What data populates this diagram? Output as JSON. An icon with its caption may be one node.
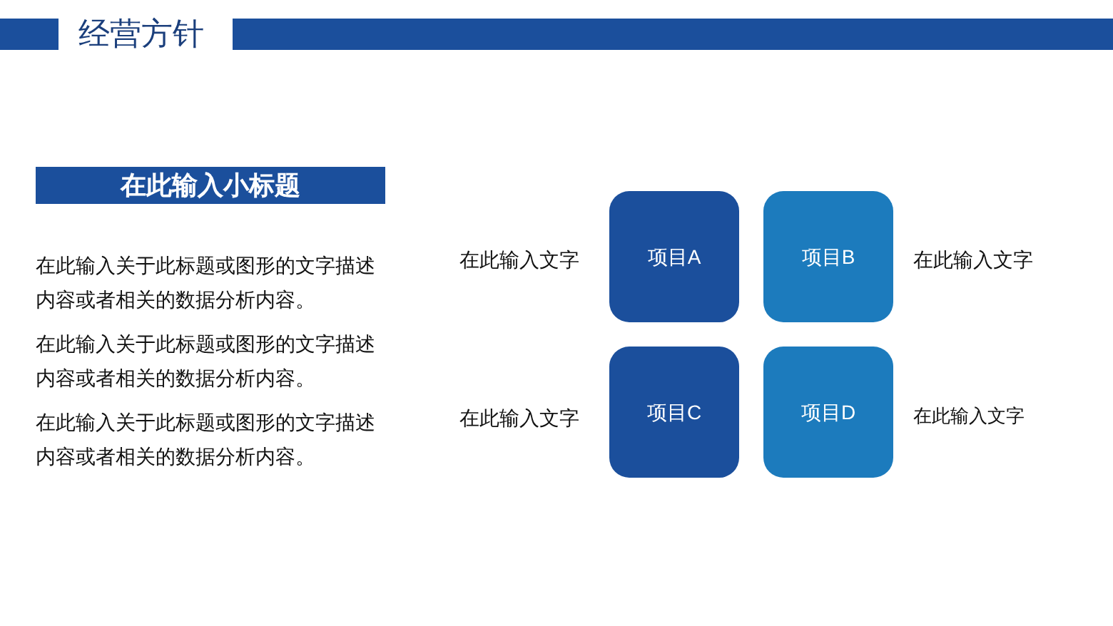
{
  "diagram": {
    "title": "经营方针",
    "nodes": [
      {
        "text": [
          "在此输入小标题"
        ]
      },
      {
        "text": [
          "项目A"
        ],
        "beside": [
          "在此输入文字"
        ]
      },
      {
        "text": [
          "项目B"
        ],
        "beside": [
          "在此输入文字"
        ]
      },
      {
        "text": [
          "项目C"
        ],
        "beside": [
          "在此输入文字"
        ]
      },
      {
        "text": [
          "项目D"
        ],
        "beside": [
          "在此输入文字"
        ]
      }
    ],
    "labels": [
      "在此输入关于此标题或图形的文字描述内容或者相关的数据分析内容。",
      "在此输入关于此标题或图形的文字描述内容或者相关的数据分析内容。",
      "在此输入关于此标题或图形的文字描述内容或者相关的数据分析内容。"
    ]
  }
}
